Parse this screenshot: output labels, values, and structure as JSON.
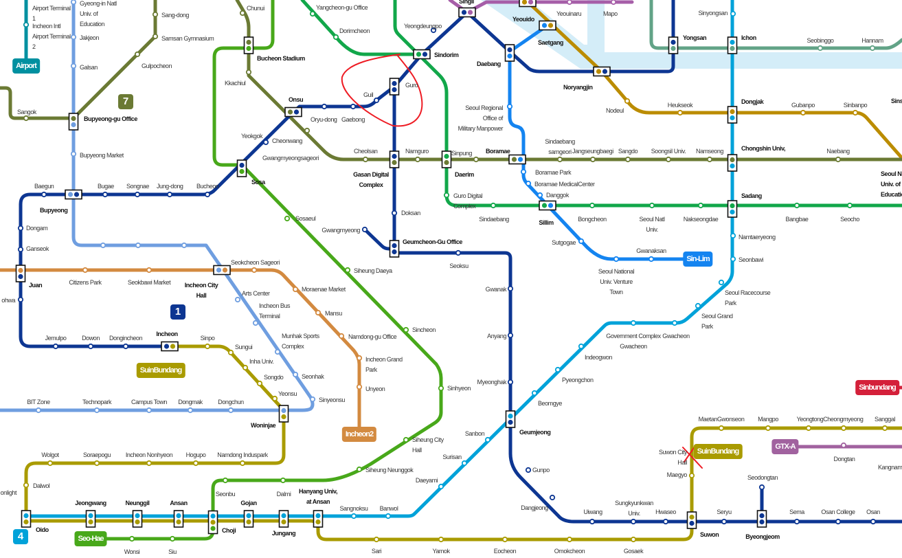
{
  "colors": {
    "line1": "#0d3692",
    "line2": "#12a74a",
    "line4": "#00a2d9",
    "line5": "#a65ea8",
    "line7": "#6b7a34",
    "line9": "#bb8c00",
    "sinlim": "#1484f0",
    "gyeongui": "#62a387",
    "airport": "#0090a0",
    "incheon1": "#6f9ee0",
    "incheon2": "#d38a40",
    "seohae": "#48a81a",
    "suin": "#a99b00",
    "gtx": "#a1629f",
    "sinbundang": "#d4203a",
    "river": "#d4edf8",
    "annotation": "#ee1c24"
  },
  "badges": [
    {
      "label": "Airport",
      "color": "#0090a0"
    },
    {
      "label": "7",
      "color": "#6b7a34"
    },
    {
      "label": "1",
      "color": "#0d3692"
    },
    {
      "label": "4",
      "color": "#00a2d9"
    },
    {
      "label": "SuinBundang",
      "color": "#a99b00"
    },
    {
      "label": "Seo-Hae",
      "color": "#48a81a"
    },
    {
      "label": "Incheon2",
      "color": "#d38a40"
    },
    {
      "label": "Sin-Lim",
      "color": "#1484f0"
    },
    {
      "label": "Sinbundang",
      "color": "#d4203a"
    },
    {
      "label": "GTX-A",
      "color": "#a1629f"
    },
    {
      "label": "SuinBundang",
      "color": "#a99b00"
    }
  ],
  "stations": [
    "Airport Terminal\n1",
    "Incheon Intl\nAirport Terminal\n2",
    "Gyeong-in Natl\nUniv. of\nEducation",
    "Jakjeon",
    "Galsan",
    "Sang-dong",
    "Samsan Gymnasium",
    "Gulpocheon",
    "Chunui",
    "Bucheon Stadium",
    "Kkachiul",
    "Onsu",
    "Bupyeong-gu Office",
    "Sangok",
    "Bupyeong Market",
    "Yeokgok",
    "Cheonwang",
    "Gwangmyeongsageori",
    "Oryu-dong",
    "Gaebong",
    "Guil",
    "Guro",
    "Baegun",
    "Bugae",
    "Songnae",
    "Jung-dong",
    "Bucheon",
    "Sosa",
    "Bupyeong",
    "Dongam",
    "Ganseok",
    "Yangcheon-gu Office",
    "Dorimcheon",
    "Yeongdeungpo",
    "Sindorim",
    "Singil",
    "Yeouido",
    "Yeouinaru",
    "Mapo",
    "Saetgang",
    "Daebang",
    "Noryangjin",
    "Seoul Regional\nOffice of\nMilitary Manpower",
    "Cheolsan",
    "Namguro",
    "Sinpung",
    "Boramae",
    "Sindaebang\nsamgeori",
    "Jangseungbaegi",
    "Gasan Digital\nComplex",
    "Daerim",
    "Boramae Park",
    "Boramae MedicalCenter",
    "Guro Digital\nComplex",
    "Danggok",
    "Sindaebang",
    "Sillim",
    "Bongcheon",
    "Seoul Natl\nUniv.",
    "Nakseongdae",
    "Bangbae",
    "Seocho",
    "Seoul Natl\nUniv. of\nEducation",
    "Sinyongsan",
    "Yongsan",
    "Ichon",
    "Seobinggo",
    "Hannam",
    "Sinsa",
    "Nodeul",
    "Heukseok",
    "Dongjak",
    "Gubanpo",
    "Sinbanpo",
    "Sangdo",
    "Soongsil Univ.",
    "Namseong",
    "Chongshin Univ,",
    "Naebang",
    "Sadang",
    "Namtaeryeong",
    "Seonbawi",
    "Seoul Racecourse\nPark",
    "Seoul Grand\nPark",
    "Government Complex\nGwacheon",
    "Indeogwon",
    "Doksan",
    "Gwangmyeong",
    "Geumcheon-Gu Office",
    "Seoksu",
    "Gwanak",
    "Anyang",
    "Myeonghak",
    "Sosaeul",
    "Siheung Daeya",
    "Sincheon",
    "Sinhyeon",
    "Siheung City\nHall",
    "Siheung Neunggok",
    "Pyeongchon",
    "Beomgye",
    "Geumjeong",
    "Sanbon",
    "Surisan",
    "Daeyami",
    "Gunpo",
    "Dangjeong",
    "Uiwang",
    "Sungkyunkwan\nUniv.",
    "Hwaseo",
    "Suwon City\nHall",
    "Maegyo",
    "Suwon",
    "Seryu",
    "Seodongtan",
    "Byeongjeom",
    "Sema",
    "Osan College",
    "Osan",
    "MaetanGwonseon",
    "Mangpo",
    "YeongtongCheongmyeong",
    "Sanggal",
    "Dongtan",
    "Kangnam",
    "Juan",
    "ohwa",
    "Citizens Park",
    "Seokbawi Market",
    "Incheon City\nHall",
    "Seokcheon Sageori",
    "Arts Center",
    "Incheon Bus\nTerminal",
    "Moraenae Market",
    "Mansu",
    "Namdong-gu Office",
    "Munhak Sports\nComplex",
    "Incheon Grand\nPark",
    "Unyeon",
    "Seonhak",
    "Sinyeonsu",
    "Jemulpo",
    "Dowon",
    "Dongincheon",
    "Incheon",
    "Sinpo",
    "Sungui",
    "Inha Univ.",
    "Songdo",
    "Yeonsu",
    "BIT Zone",
    "Technopark",
    "Campus Town",
    "Dongmak",
    "Dongchun",
    "Woninjae",
    "Wolgot",
    "Soraepogu",
    "Incheon Nonhyeon",
    "Hogupo",
    "Namdong Induspark",
    "Dalwol",
    "onlight",
    "Oido",
    "Jeongwang",
    "Neunggil",
    "Ansan",
    "Seonbu",
    "Gojan",
    "Dalmi",
    "Hanyang Univ,\nat Ansan",
    "Choji",
    "Jungang",
    "Sangnoksu",
    "Banwol",
    "Wonsi",
    "Siu",
    "Sari",
    "Yamok",
    "Eocheon",
    "Omokcheon",
    "Gosaek",
    "Seoul National\nUniv. Venture\nTown",
    "Gwanaksan",
    "Sutgogae",
    "Gwacheon"
  ]
}
